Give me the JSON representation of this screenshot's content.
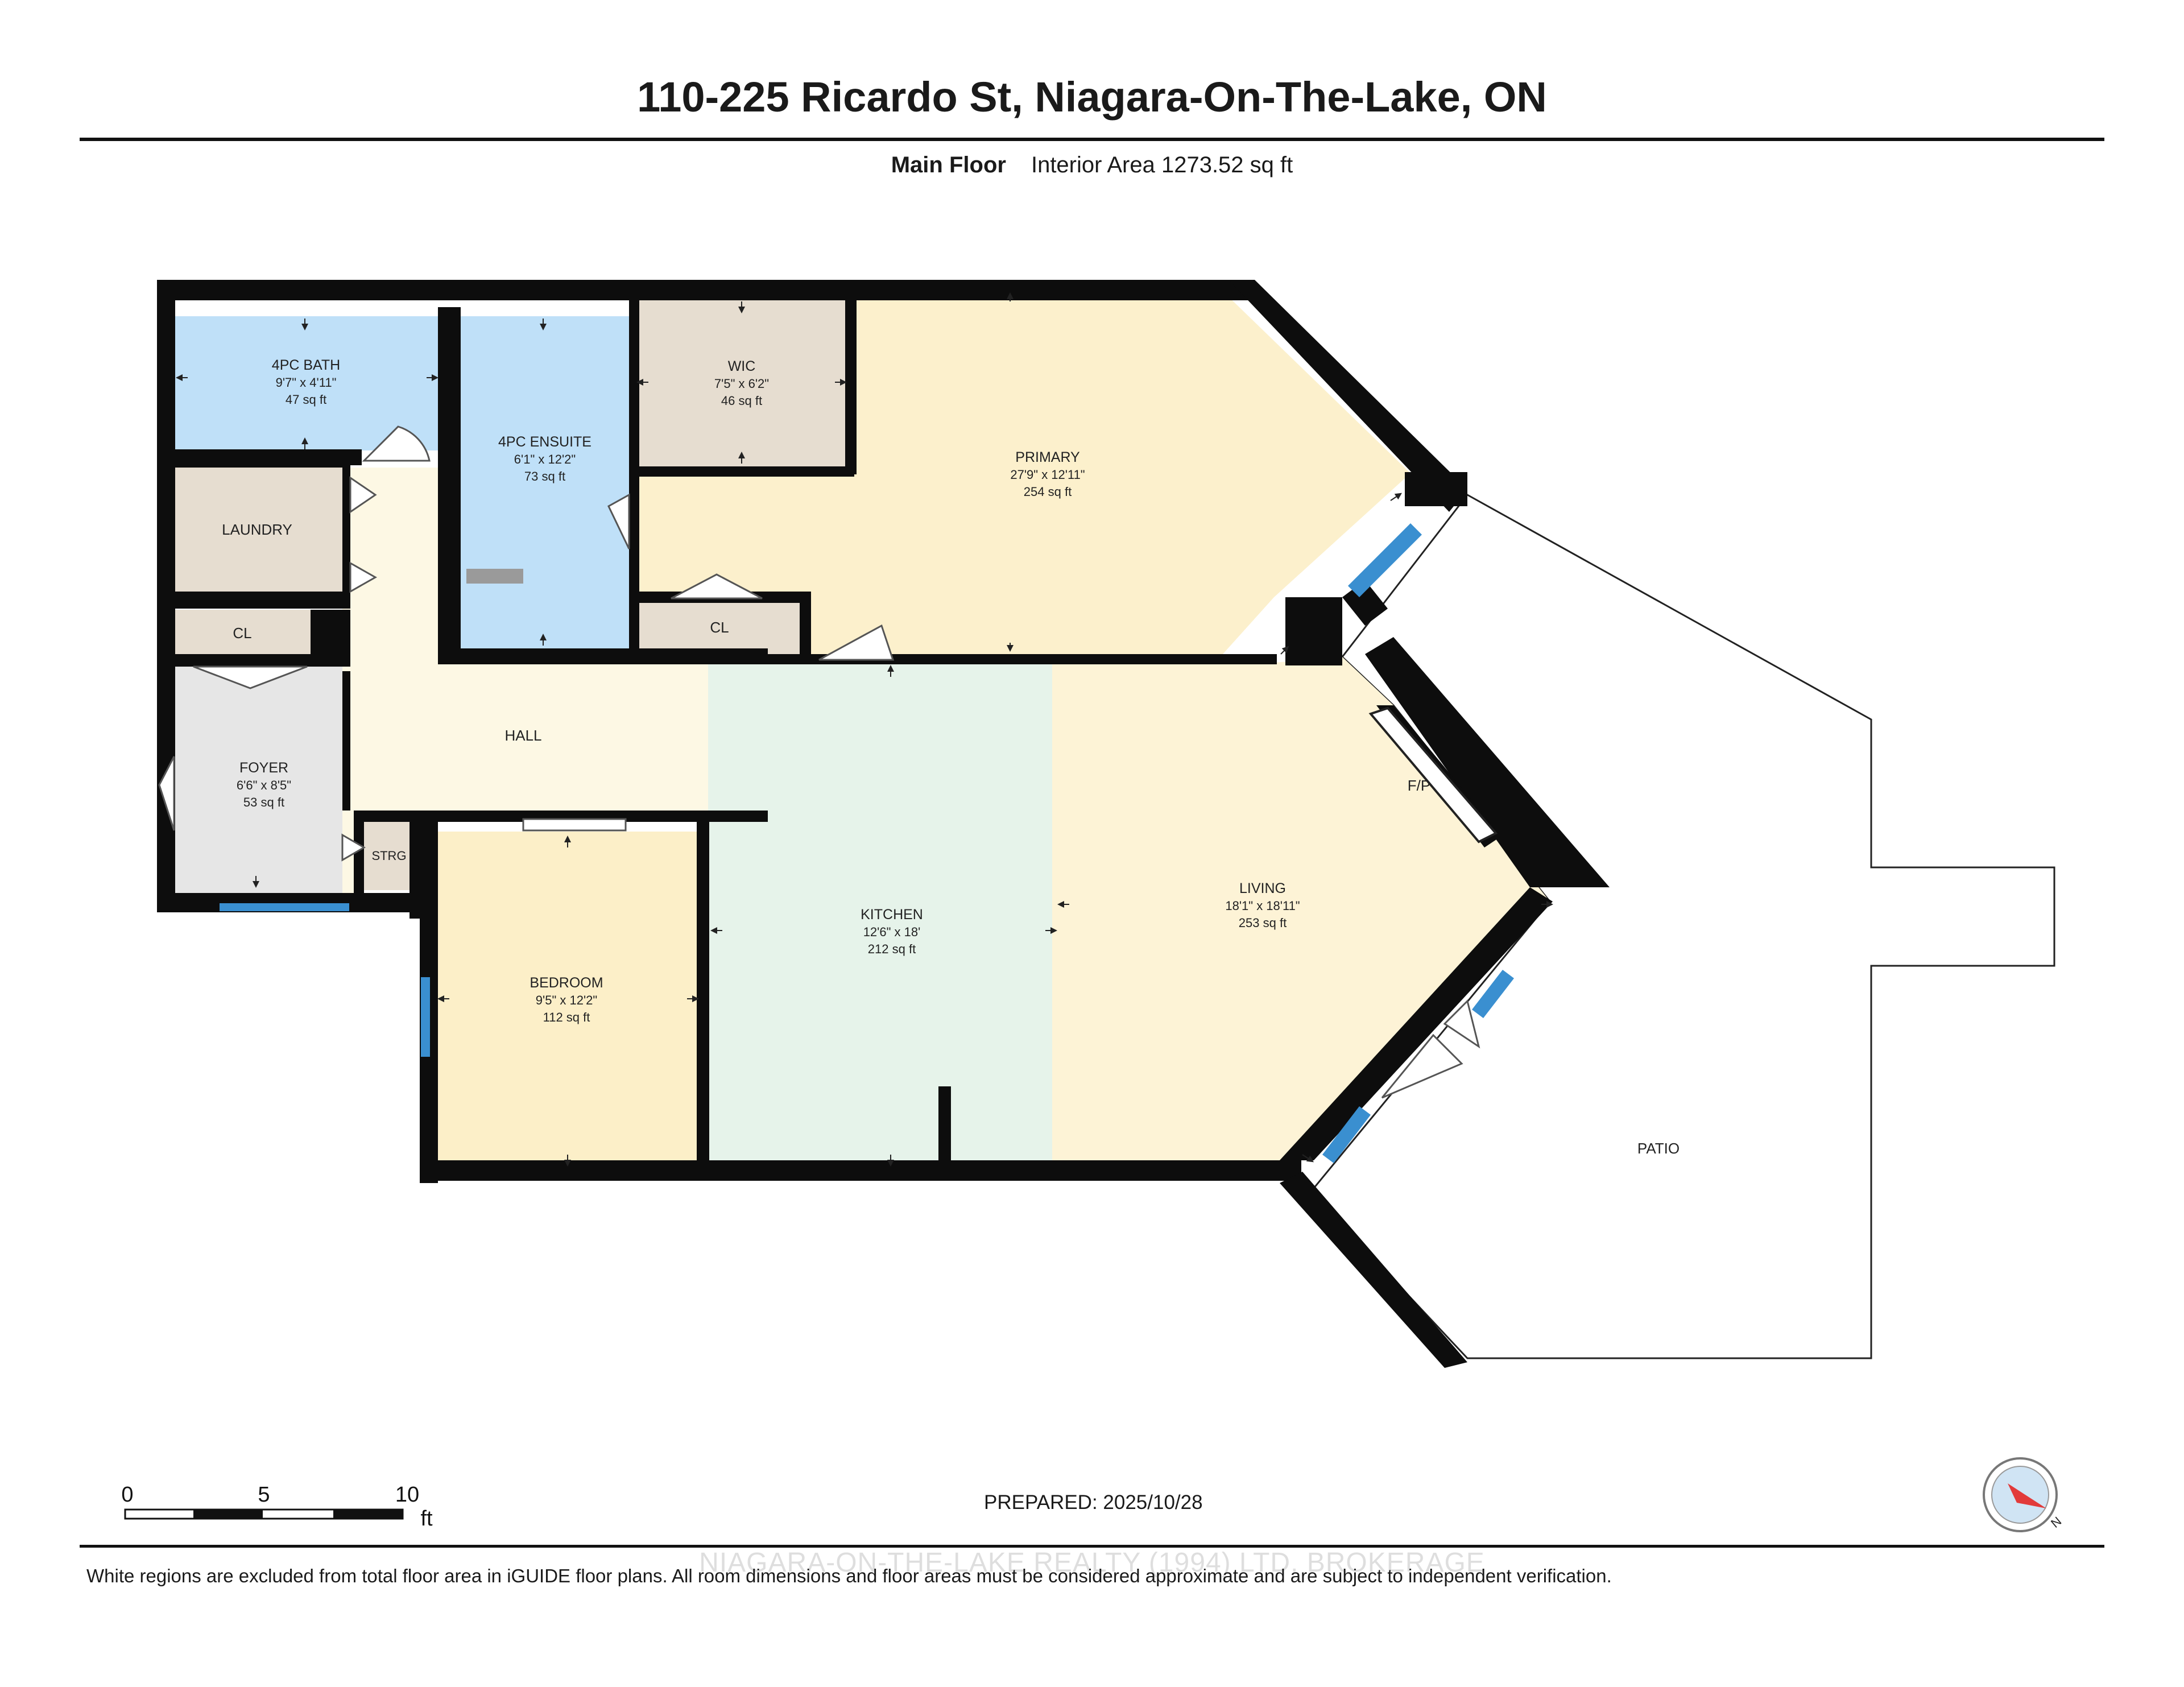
{
  "title": "110-225 Ricardo St, Niagara-On-The-Lake, ON",
  "floor": {
    "name": "Main Floor",
    "interior_area": "Interior Area 1273.52 sq ft"
  },
  "rooms": [
    {
      "id": "bath",
      "name": "4PC BATH",
      "dims": "9'7\" x 4'11\"",
      "area": "47 sq ft"
    },
    {
      "id": "ensuite",
      "name": "4PC ENSUITE",
      "dims": "6'1\" x 12'2\"",
      "area": "73 sq ft"
    },
    {
      "id": "wic",
      "name": "WIC",
      "dims": "7'5\" x 6'2\"",
      "area": "46 sq ft"
    },
    {
      "id": "primary",
      "name": "PRIMARY",
      "dims": "27'9\" x 12'11\"",
      "area": "254 sq ft"
    },
    {
      "id": "foyer",
      "name": "FOYER",
      "dims": "6'6\" x 8'5\"",
      "area": "53 sq ft"
    },
    {
      "id": "kitchen",
      "name": "KITCHEN",
      "dims": "12'6\" x 18'",
      "area": "212 sq ft"
    },
    {
      "id": "living",
      "name": "LIVING",
      "dims": "18'1\" x 18'11\"",
      "area": "253 sq ft"
    },
    {
      "id": "bedroom",
      "name": "BEDROOM",
      "dims": "9'5\" x 12'2\"",
      "area": "112 sq ft"
    }
  ],
  "labels": {
    "laundry": "LAUNDRY",
    "cl_left": "CL",
    "cl_primary": "CL",
    "hall": "HALL",
    "strg": "STRG",
    "fp": "F/P",
    "patio": "PATIO"
  },
  "scale": {
    "ticks": [
      "0",
      "5",
      "10"
    ],
    "unit": "ft"
  },
  "compass_label": "N",
  "prepared": "PREPARED: 2025/10/28",
  "watermark": "NIAGARA-ON-THE-LAKE REALTY (1994) LTD. BROKERAGE",
  "disclaimer": "White regions are excluded from total floor area in iGUIDE floor plans. All room dimensions and floor areas must be considered approximate and are subject to independent verification.",
  "colors": {
    "bath_blue": "#bfe0f8",
    "wic_tan": "#e6ddd0",
    "primary_yellow": "#fcf0cc",
    "foyer_gray": "#e6e6e6",
    "kitchen_green": "#e6f3ea",
    "hall_cream": "#fdf8e4",
    "bedroom_yellow": "#fcefc8",
    "window_blue": "#3a8fd0",
    "wall": "#0d0d0d"
  }
}
